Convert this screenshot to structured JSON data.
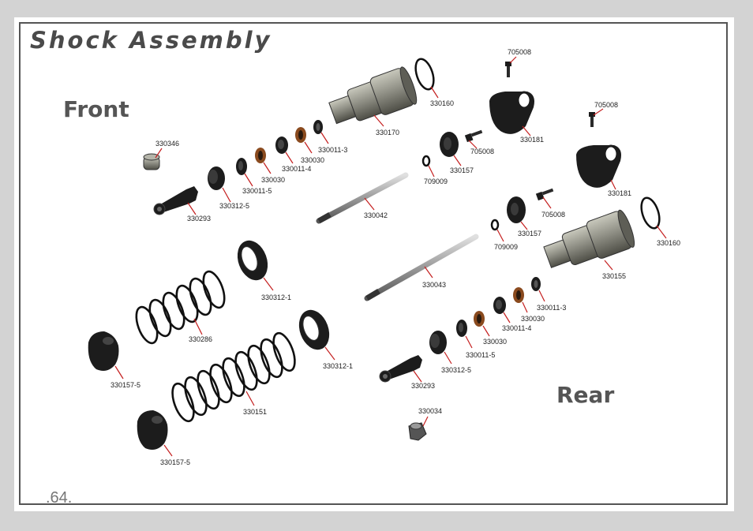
{
  "title": "Shock Assembly",
  "sections": {
    "front": "Front",
    "rear": "Rear"
  },
  "page_number": ".64.",
  "parts": {
    "p330346": "330346",
    "p330293_front": "330293",
    "p330312_5_front": "330312-5",
    "p330011_5_front": "330011-5",
    "p330030_front_a": "330030",
    "p330011_4_front": "330011-4",
    "p330030_front_b": "330030",
    "p330011_3_front": "330011-3",
    "p330170": "330170",
    "p330160_front": "330160",
    "p705008_a": "705008",
    "p330181_a": "330181",
    "p705008_b": "705008",
    "p705008_c": "705008",
    "p330181_b": "330181",
    "p330157_a": "330157",
    "p709009_a": "709009",
    "p330042": "330042",
    "p705008_d": "705008",
    "p330157_b": "330157",
    "p709009_b": "709009",
    "p330160_rear": "330160",
    "p330155": "330155",
    "p330043": "330043",
    "p330312_1_a": "330312-1",
    "p330286": "330286",
    "p330312_1_b": "330312-1",
    "p330157_5_a": "330157-5",
    "p330151": "330151",
    "p330157_5_b": "330157-5",
    "p330011_3_rear": "330011-3",
    "p330030_rear_a": "330030",
    "p330011_4_rear": "330011-4",
    "p330030_rear_b": "330030",
    "p330011_5_rear": "330011-5",
    "p330312_5_rear": "330312-5",
    "p330293_rear": "330293",
    "p330034": "330034"
  },
  "colors": {
    "part_dark": "#1c1c1c",
    "part_metal": "#8a8a80",
    "oring_copper": "#8a4a1e",
    "leader_red": "#c41e1e"
  }
}
